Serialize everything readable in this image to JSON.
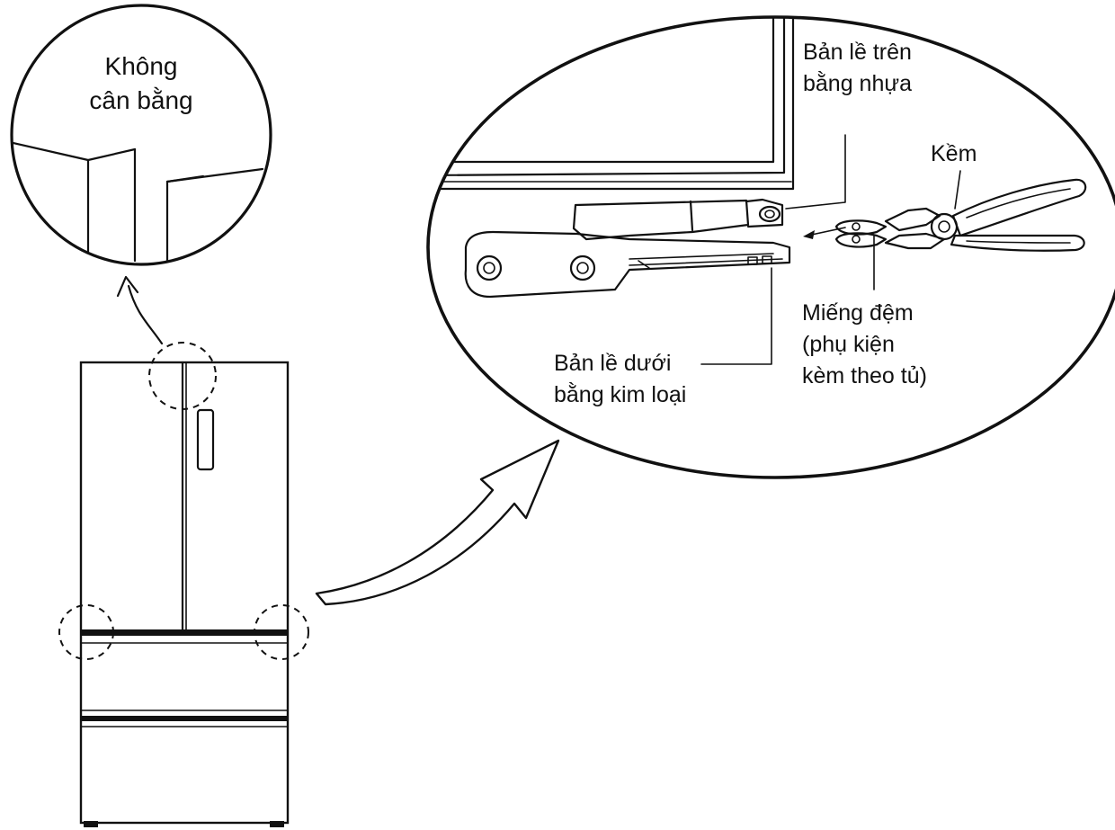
{
  "labels": {
    "not_level_line1": "Không",
    "not_level_line2": "cân bằng",
    "upper_hinge_line1": "Bản lề trên",
    "upper_hinge_line2": "bằng nhựa",
    "pliers": "Kềm",
    "shim_line1": "Miếng đệm",
    "shim_line2": "(phụ kiện",
    "shim_line3": "kèm theo tủ)",
    "lower_hinge_line1": "Bản lề dưới",
    "lower_hinge_line2": "bằng kim loại"
  }
}
